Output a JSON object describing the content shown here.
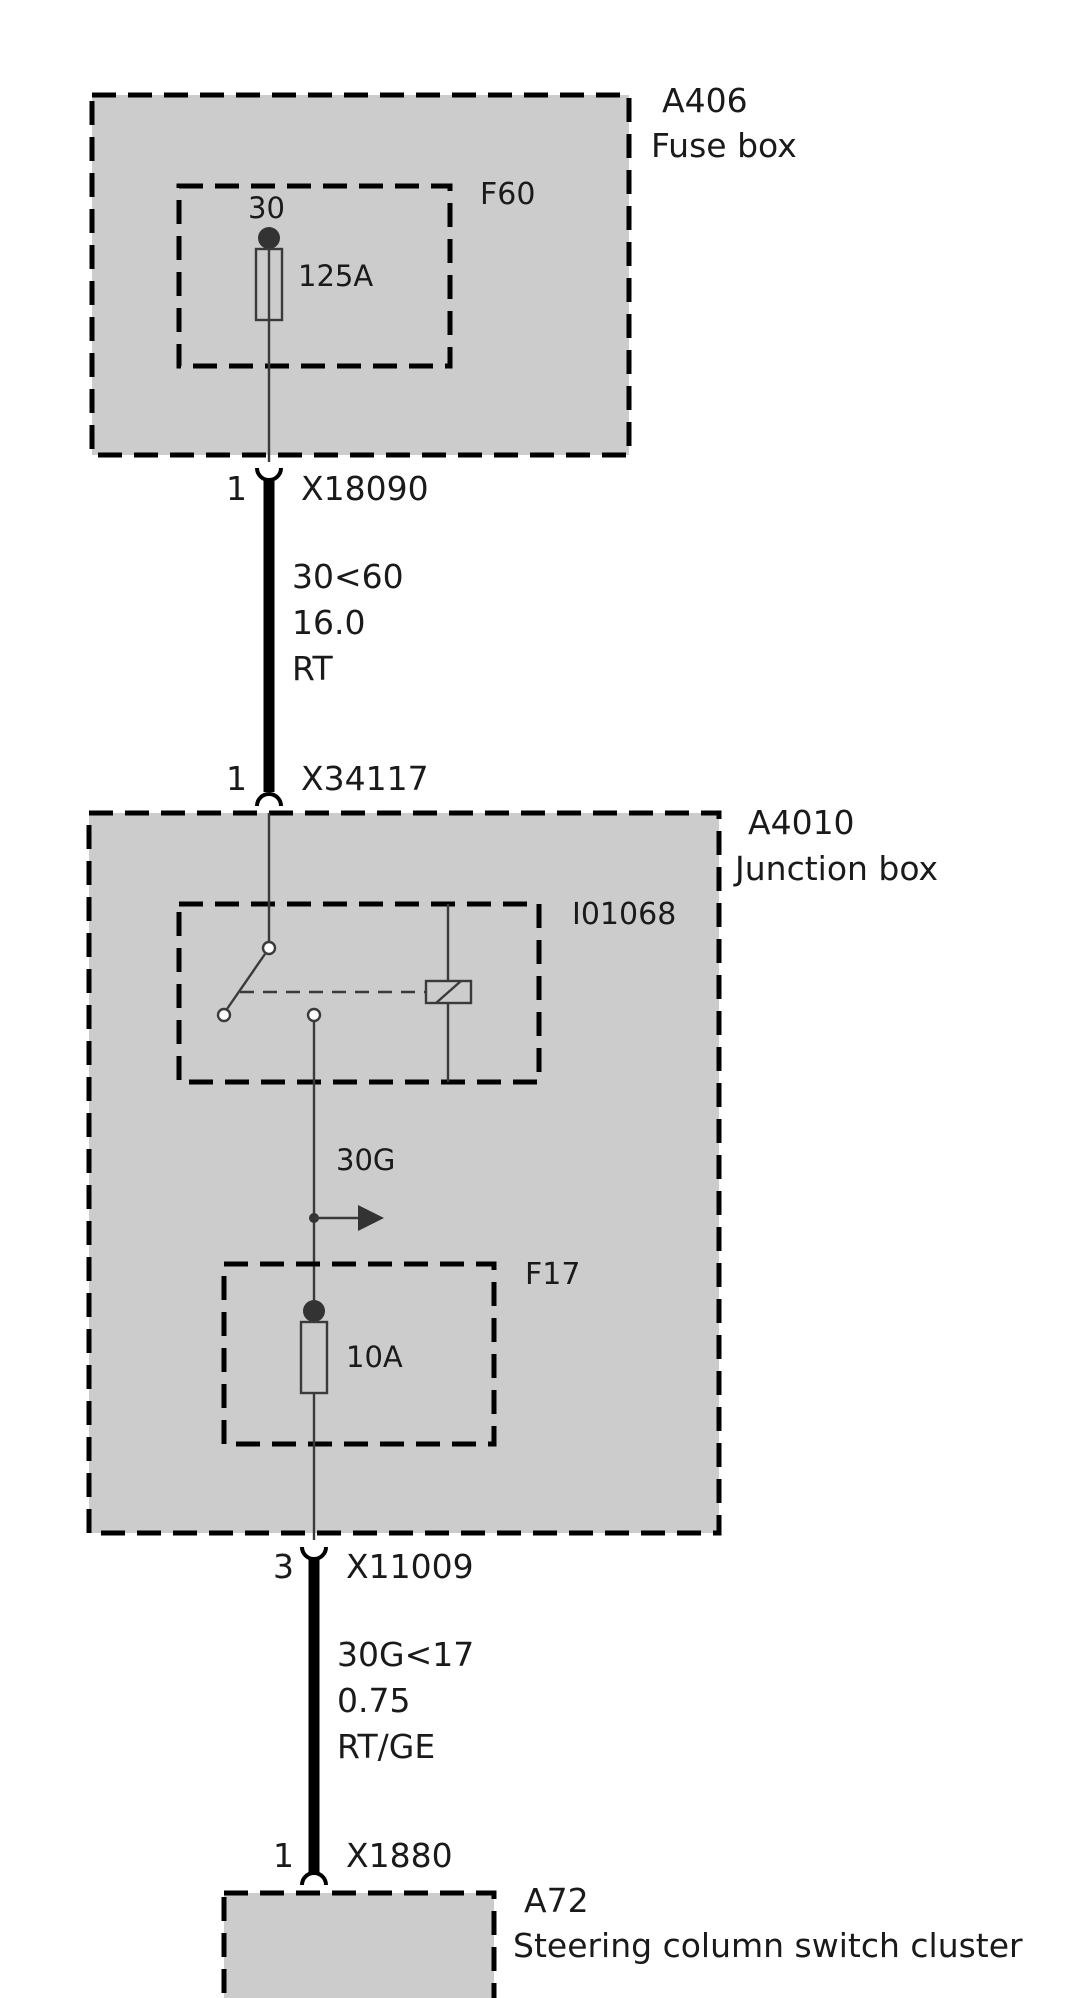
{
  "components": {
    "fuse_box": {
      "id": "A406",
      "name": "Fuse box"
    },
    "fuse_f60": {
      "id": "F60",
      "pin": "30",
      "rating": "125A"
    },
    "junction_box": {
      "id": "A4010",
      "name": "Junction box"
    },
    "relay": {
      "id": "I01068"
    },
    "fuse_f17": {
      "id": "F17",
      "rating": "10A"
    },
    "switch_cluster": {
      "id": "A72",
      "name": "Steering column switch cluster"
    }
  },
  "signal": {
    "name": "30G"
  },
  "connectors": {
    "x18090": {
      "id": "X18090",
      "pin": "1"
    },
    "x34117": {
      "id": "X34117",
      "pin": "1"
    },
    "x11009": {
      "id": "X11009",
      "pin": "3"
    },
    "x1880": {
      "id": "X1880",
      "pin": "1"
    }
  },
  "wires": {
    "w1": {
      "circuit": "30<60",
      "gauge": "16.0",
      "color": "RT"
    },
    "w2": {
      "circuit": "30G<17",
      "gauge": "0.75",
      "color": "RT/GE"
    }
  }
}
